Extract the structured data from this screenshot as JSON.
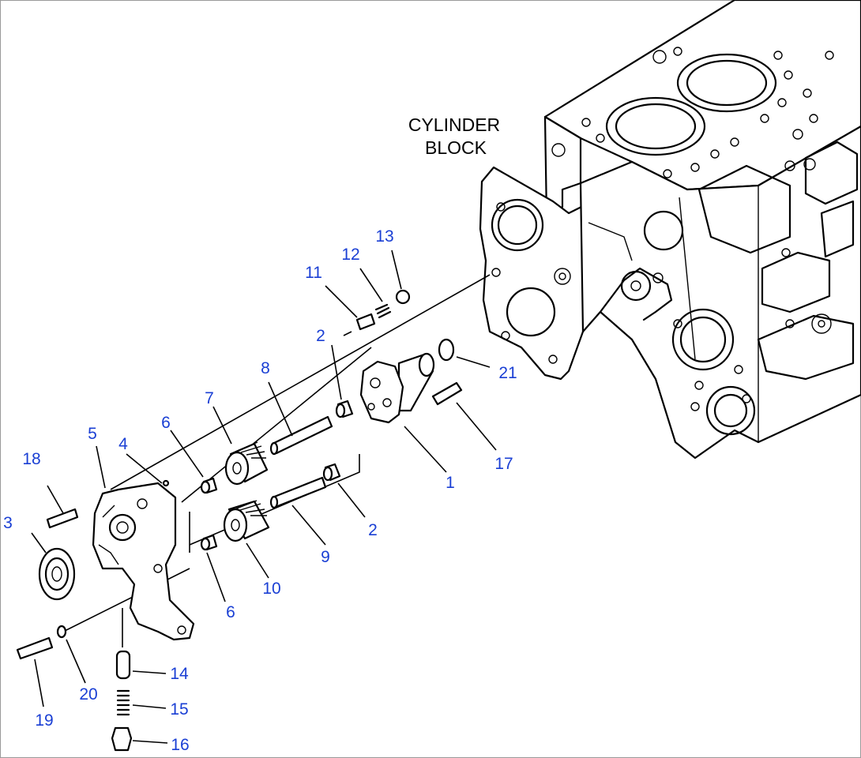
{
  "diagram": {
    "block_label_line1": "CYLINDER",
    "block_label_line2": "BLOCK",
    "callout_color": "#1a3fd4",
    "callouts": {
      "c1": "1",
      "c2a": "2",
      "c2b": "2",
      "c3": "3",
      "c4": "4",
      "c5": "5",
      "c6a": "6",
      "c6b": "6",
      "c7": "7",
      "c8": "8",
      "c9": "9",
      "c10": "10",
      "c11": "11",
      "c12": "12",
      "c13": "13",
      "c14": "14",
      "c15": "15",
      "c16": "16",
      "c17": "17",
      "c18": "18",
      "c19": "19",
      "c20": "20",
      "c21": "21"
    }
  }
}
